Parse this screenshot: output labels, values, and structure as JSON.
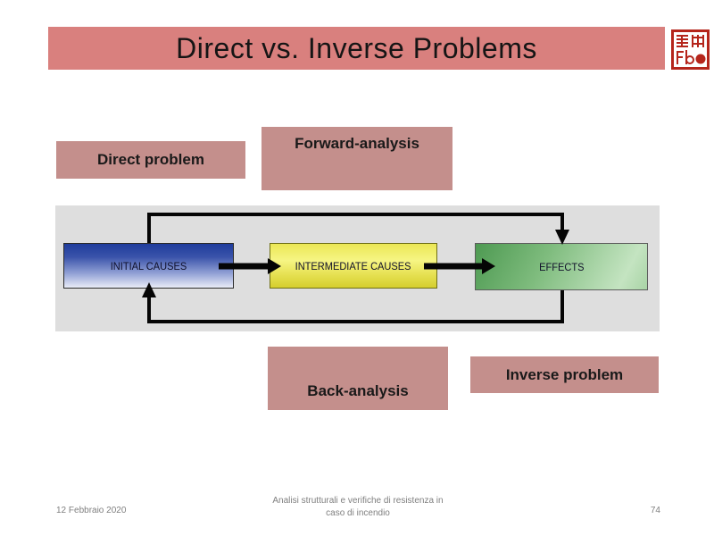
{
  "colors": {
    "accent": "#d9807e",
    "labelbox": "#c48f8c",
    "panel": "#dedede",
    "sealred": "#b5251b",
    "footer": "#7f7f7f"
  },
  "slide": {
    "title": "Direct vs. Inverse Problems"
  },
  "labels": {
    "direct": "Direct problem",
    "forward": "Forward-analysis",
    "back": "Back-analysis",
    "inverse": "Inverse problem"
  },
  "diagram": {
    "boxes": [
      {
        "label": "INITIAL CAUSES",
        "color": "blue-gradient"
      },
      {
        "label": "INTERMEDIATE CAUSES",
        "color": "yellow-gradient"
      },
      {
        "label": "EFFECTS",
        "color": "green-gradient"
      }
    ],
    "flow": [
      "INITIAL CAUSES -> INTERMEDIATE CAUSES",
      "INTERMEDIATE CAUSES -> EFFECTS",
      "INITIAL CAUSES -> EFFECTS (top feedback, forward)",
      "EFFECTS -> INITIAL CAUSES (bottom feedback, back)"
    ]
  },
  "footer": {
    "date": "12 Febbraio 2020",
    "course_line1": "Analisi strutturali e verifiche di resistenza in",
    "course_line2": "caso di incendio",
    "page_number": "74"
  }
}
